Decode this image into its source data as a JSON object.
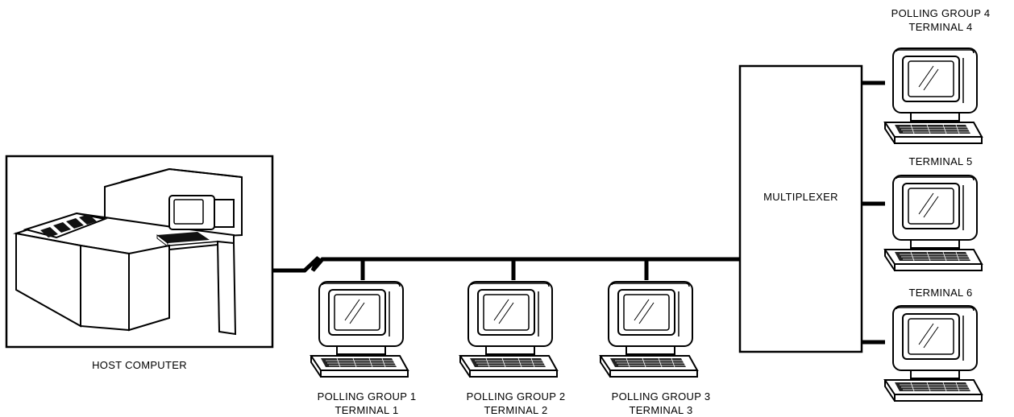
{
  "host": {
    "label": "HOST COMPUTER"
  },
  "multiplexer": {
    "label": "MULTIPLEXER"
  },
  "terminals": [
    {
      "group": "POLLING GROUP 1",
      "name": "TERMINAL 1"
    },
    {
      "group": "POLLING GROUP 2",
      "name": "TERMINAL 2"
    },
    {
      "group": "POLLING GROUP 3",
      "name": "TERMINAL 3"
    },
    {
      "group": "POLLING GROUP 4",
      "name": "TERMINAL 4"
    },
    {
      "group": "",
      "name": "TERMINAL 5"
    },
    {
      "group": "",
      "name": "TERMINAL 6"
    }
  ]
}
